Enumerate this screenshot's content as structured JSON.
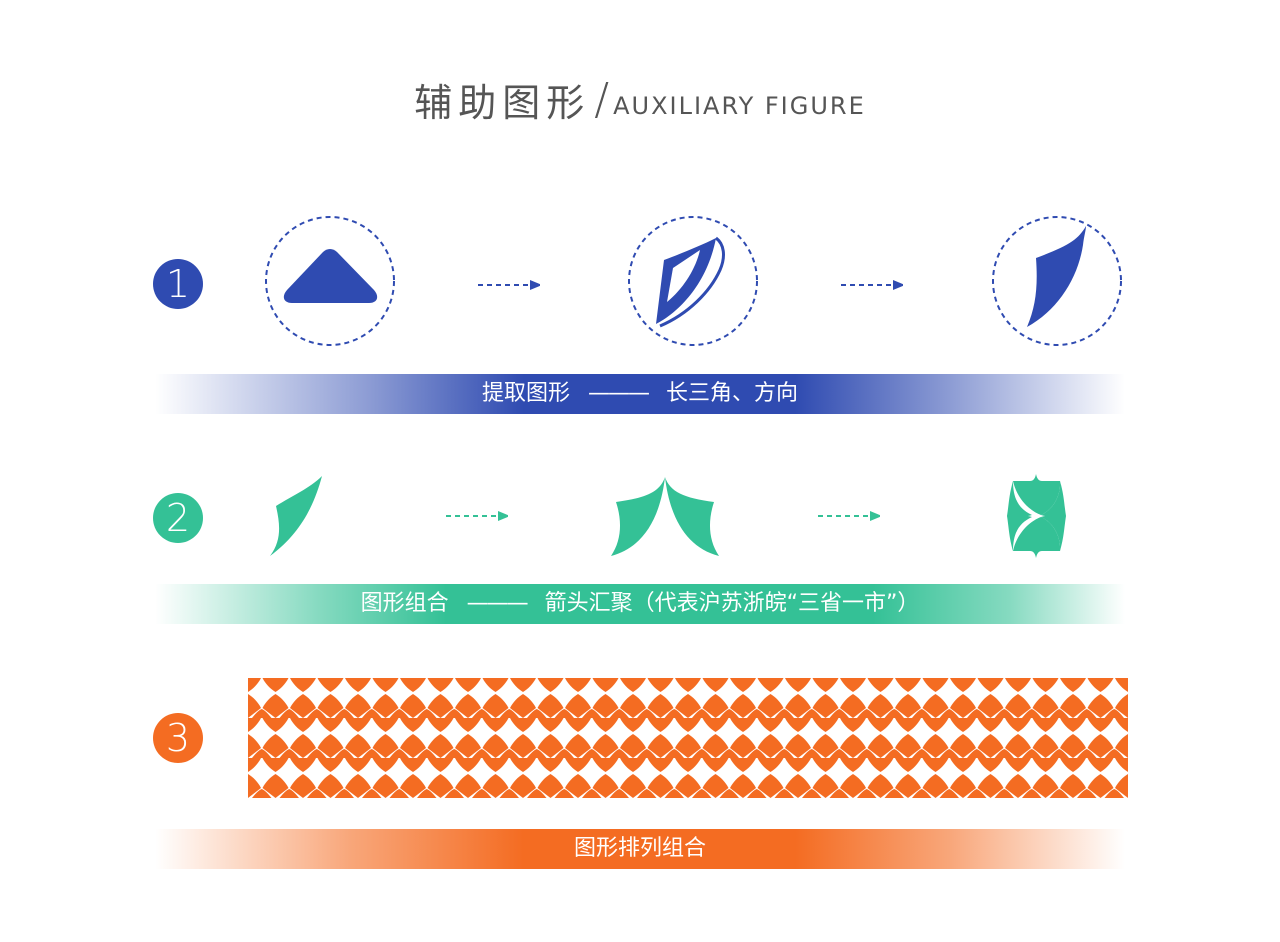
{
  "title": {
    "cn": "辅助图形",
    "slash": "/",
    "en": "AUXILIARY FIGURE"
  },
  "steps": [
    {
      "number": "1",
      "color": "#2f4bb1",
      "band_left": "提取图形",
      "band_dash": "———",
      "band_right": "长三角、方向"
    },
    {
      "number": "2",
      "color": "#34c196",
      "band_left": "图形组合",
      "band_dash": "———",
      "band_right": "箭头汇聚（代表沪苏浙皖“三省一市”）"
    },
    {
      "number": "3",
      "color": "#f46c22",
      "band_label": "图形排列组合"
    }
  ],
  "colors": {
    "blue": "#2f4bb1",
    "green": "#34c196",
    "orange": "#f46c22",
    "title_gray": "#555555"
  }
}
